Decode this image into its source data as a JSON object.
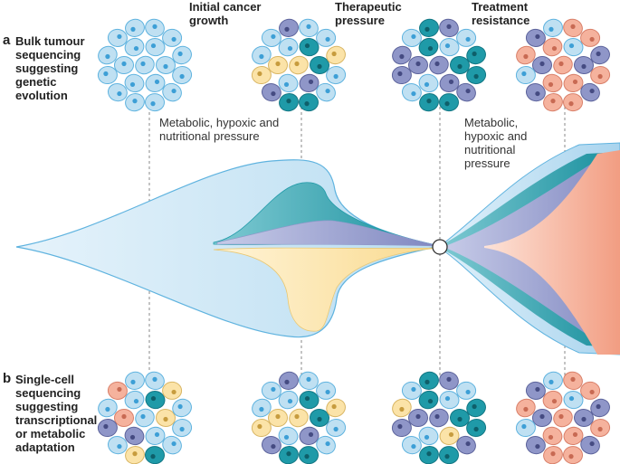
{
  "panel_a": {
    "letter": "a",
    "lines": [
      "Bulk tumour",
      "sequencing",
      "suggesting",
      "genetic",
      "evolution"
    ]
  },
  "panel_b": {
    "letter": "b",
    "lines": [
      "Single-cell",
      "sequencing",
      "suggesting",
      "transcriptional",
      "or metabolic",
      "adaptation"
    ]
  },
  "stages": [
    {
      "lines": [
        "Initial cancer",
        "growth"
      ]
    },
    {
      "lines": [
        "Therapeutic",
        "pressure"
      ]
    },
    {
      "lines": [
        "Treatment",
        "resistance"
      ]
    }
  ],
  "notes": {
    "left": [
      "Metabolic, hypoxic and",
      "nutritional pressure"
    ],
    "right": [
      "Metabolic,",
      "hypoxic and",
      "nutritional",
      "pressure"
    ]
  },
  "colors": {
    "light_blue": "#bfe0f2",
    "light_blue_edge": "#5fb3df",
    "teal": "#1f9aa8",
    "lavender": "#8f96c8",
    "yellow": "#fbe3a8",
    "salmon": "#f5b29d"
  },
  "clusters": {
    "top": [
      {
        "name": "cluster-a-1",
        "pattern": "all-blue"
      },
      {
        "name": "cluster-a-2",
        "pattern": "teal-yellow-lavender"
      },
      {
        "name": "cluster-a-3",
        "pattern": "teal-lavender"
      },
      {
        "name": "cluster-a-4",
        "pattern": "lavender-salmon"
      }
    ],
    "bottom": [
      {
        "name": "cluster-b-1",
        "pattern": "mixed-all"
      },
      {
        "name": "cluster-b-2",
        "pattern": "teal-yellow-lavender"
      },
      {
        "name": "cluster-b-3",
        "pattern": "teal-lavender-yellow"
      },
      {
        "name": "cluster-b-4",
        "pattern": "lavender-salmon"
      }
    ]
  }
}
